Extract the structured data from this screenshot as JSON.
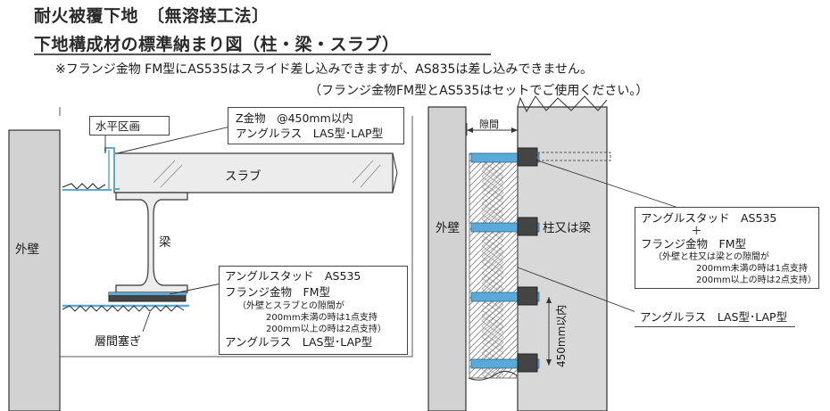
{
  "title": {
    "line1": "耐火被覆下地　〔無溶接工法〕",
    "line2": "下地構成材の標準納まり図（柱・梁・スラブ）"
  },
  "notes": {
    "line1": "※フランジ金物 FM型にAS535はスライド差し込みできますが、AS835は差し込みできません。",
    "line2": "（フランジ金物FM型とAS535はセットでご使用ください。）"
  },
  "left_diagram": {
    "outer_wall": "外壁",
    "horizontal_section": "水平区画",
    "slab": "スラブ",
    "beam": "梁",
    "fire_stop": "層間塞ぎ",
    "z_box": {
      "line1": "Z金物　@450mm以内",
      "line2": "アングルラス　LAS型･LAP型"
    },
    "stud_box": {
      "line1": "アングルスタッド　AS535",
      "line2": "フランジ金物　FM型",
      "line3": "（外壁とスラブとの隙間が",
      "line4": "200mm未満の時は1点支持",
      "line5": "200mm以上の時は2点支持）",
      "line6": "アングルラス　LAS型･LAP型"
    }
  },
  "right_diagram": {
    "outer_wall": "外壁",
    "gap": "隙間",
    "column_or_beam": "柱又は梁",
    "spacing": "450mm以内",
    "stud_box": {
      "line1": "アングルスタッド　AS535",
      "line2": "＋",
      "line3": "フランジ金物　FM型",
      "line4": "（外壁と柱又は梁との隙間が",
      "line5": "200mm未満の時は1点支持",
      "line6": "200mm以上の時は2点支持）"
    },
    "lath_box": "アングルラス　LAS型･LAP型"
  },
  "colors": {
    "wall_fill": "#d2d2d2",
    "line": "#333333",
    "accent": "#5aa9d8",
    "title_underline": "#555555"
  }
}
